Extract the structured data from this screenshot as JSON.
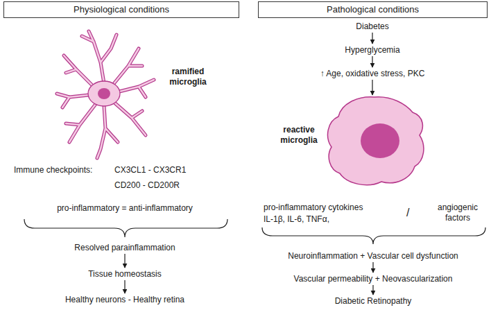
{
  "diagram": {
    "nodes": [
      {
        "text": [
          "Physiological conditions"
        ]
      },
      {
        "text": [
          "Pathological conditions"
        ]
      },
      {
        "text": [
          "Diabetes"
        ]
      },
      {
        "text": [
          "Hyperglycemia"
        ]
      },
      {
        "text": [
          "↑ Age, oxidative stress, PKC"
        ]
      },
      {
        "text": [
          "ramified microglia"
        ]
      },
      {
        "text": [
          "reactive microglia"
        ]
      },
      {
        "text": [
          "Resolved parainflammation"
        ]
      },
      {
        "text": [
          "Neuroinflammation + Vascular cell dysfunction"
        ]
      },
      {
        "text": [
          "Tissue homeostasis"
        ]
      },
      {
        "text": [
          "Vascular permeability + Neovascularization"
        ]
      },
      {
        "text": [
          "Healthy neurons - Healthy retina"
        ]
      },
      {
        "text": [
          "Diabetic Retinopathy"
        ]
      }
    ],
    "edges": [
      {
        "from": 2,
        "to": 3,
        "arrow": "to"
      },
      {
        "from": 3,
        "to": 4,
        "arrow": "to"
      },
      {
        "from": 4,
        "to": 6,
        "arrow": "to"
      },
      {
        "from": 7,
        "to": 9,
        "arrow": "to"
      },
      {
        "from": 9,
        "to": 11,
        "arrow": "to"
      },
      {
        "from": 8,
        "to": 10,
        "arrow": "to"
      },
      {
        "from": 10,
        "to": 12,
        "arrow": "to"
      }
    ],
    "labels": [
      "Immune checkpoints:",
      "CX3CL1 - CX3CR1",
      "CD200 - CD200R",
      "pro-inflammatory = anti-inflammatory",
      "pro-inflammatory cytokines",
      "IL-1β, IL-6, TNFα,",
      "/",
      "angiogenic factors"
    ]
  }
}
